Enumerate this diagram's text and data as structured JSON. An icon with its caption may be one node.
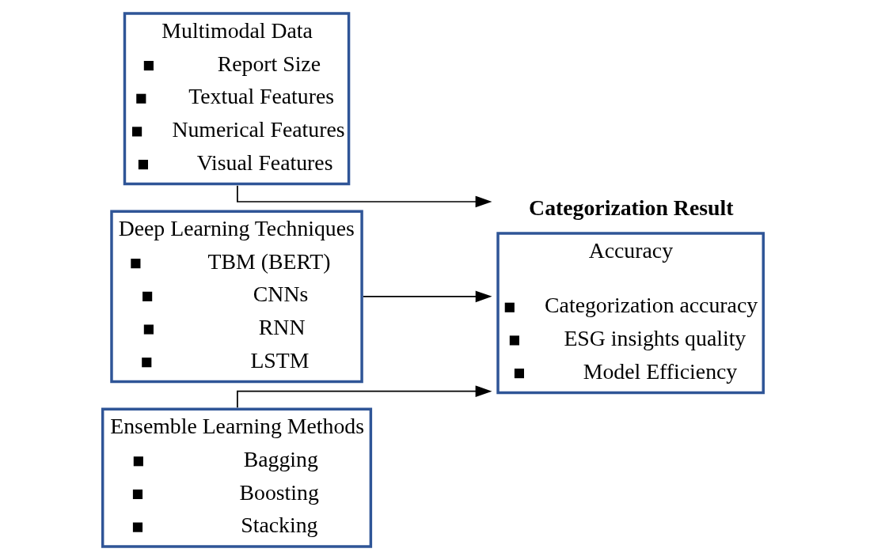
{
  "diagram": {
    "nodes": [
      {
        "text": [
          "Multimodal Data",
          "Report Size",
          "Textual Features",
          "Numerical Features",
          "Visual Features"
        ]
      },
      {
        "text": [
          "Deep Learning Techniques",
          "TBM (BERT)",
          "CNNs",
          "RNN",
          "LSTM"
        ]
      },
      {
        "text": [
          "Ensemble Learning Methods",
          "Bagging",
          "Boosting",
          "Stacking"
        ]
      },
      {
        "text": [
          "Categorization Result",
          "Accuracy",
          "Categorization accuracy",
          "ESG insights quality",
          "Model Efficiency"
        ]
      }
    ],
    "edges": [
      {
        "from": 0,
        "to": 3,
        "arrow": "to"
      },
      {
        "from": 1,
        "to": 3,
        "arrow": "to"
      },
      {
        "from": 2,
        "to": 3,
        "arrow": "to"
      }
    ]
  }
}
